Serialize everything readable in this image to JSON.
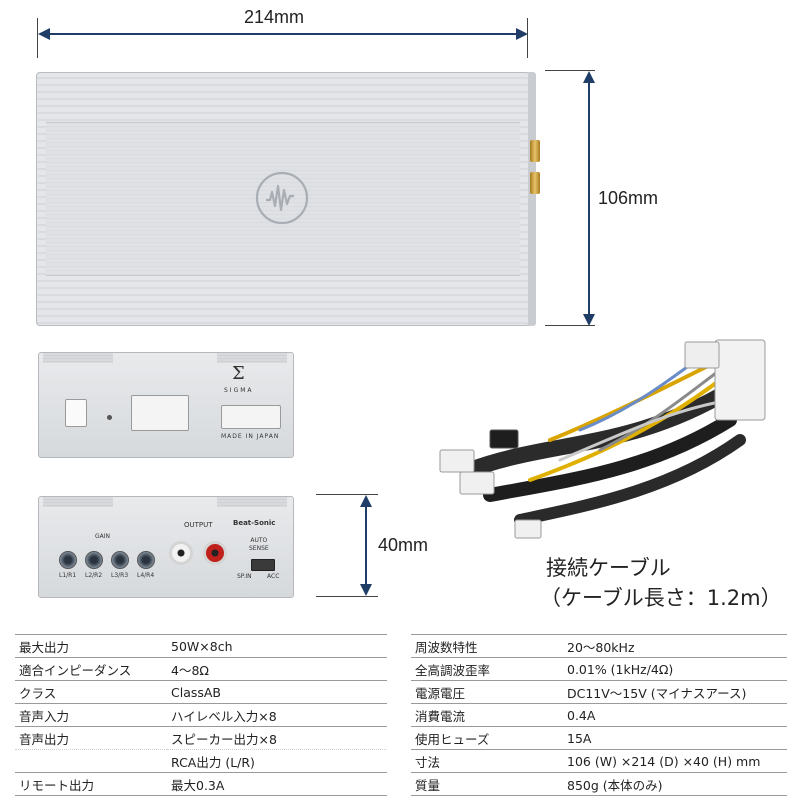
{
  "dimensions": {
    "width": "214mm",
    "depth": "106mm",
    "height": "40mm"
  },
  "panels": {
    "front": {
      "logo_symbol": "Σ",
      "logo_text": "SIGMA",
      "made_in": "MADE IN JAPAN"
    },
    "rear": {
      "gain_label": "GAIN",
      "gain_channels": [
        "L1/R1",
        "L2/R2",
        "L3/R3",
        "L4/R4"
      ],
      "output_label": "OUTPUT",
      "auto_sense_label": "AUTO\nSENSE",
      "switch_left": "SP.IN",
      "switch_right": "ACC",
      "brand": "Beat-Sonic"
    }
  },
  "cable": {
    "caption_line1": "接続ケーブル",
    "caption_line2": "（ケーブル長さ：1.2m）"
  },
  "specs_left": [
    {
      "key": "最大出力",
      "value": "50W×8ch"
    },
    {
      "key": "適合インピーダンス",
      "value": "4～8Ω"
    },
    {
      "key": "クラス",
      "value": "ClassAB"
    },
    {
      "key": "音声入力",
      "value": "ハイレベル入力×8"
    },
    {
      "key": "音声出力",
      "value": "スピーカー出力×8"
    },
    {
      "key": "",
      "value": "RCA出力 (L/R)"
    },
    {
      "key": "リモート出力",
      "value": "最大0.3A"
    }
  ],
  "specs_right": [
    {
      "key": "周波数特性",
      "value": "20～80kHz"
    },
    {
      "key": "全高調波歪率",
      "value": "0.01% (1kHz/4Ω)"
    },
    {
      "key": "電源電圧",
      "value": "DC11V～15V (マイナスアース)"
    },
    {
      "key": "消費電流",
      "value": "0.4A"
    },
    {
      "key": "使用ヒューズ",
      "value": "15A"
    },
    {
      "key": "寸法",
      "value": "106 (W) ×214 (D) ×40 (H) mm"
    },
    {
      "key": "質量",
      "value": "850g (本体のみ)"
    }
  ],
  "colors": {
    "arrow": "#1f3d66",
    "chassis": "#e2e4e7",
    "jack_red": "#c0201c",
    "jack_white": "#f2f2f2"
  }
}
